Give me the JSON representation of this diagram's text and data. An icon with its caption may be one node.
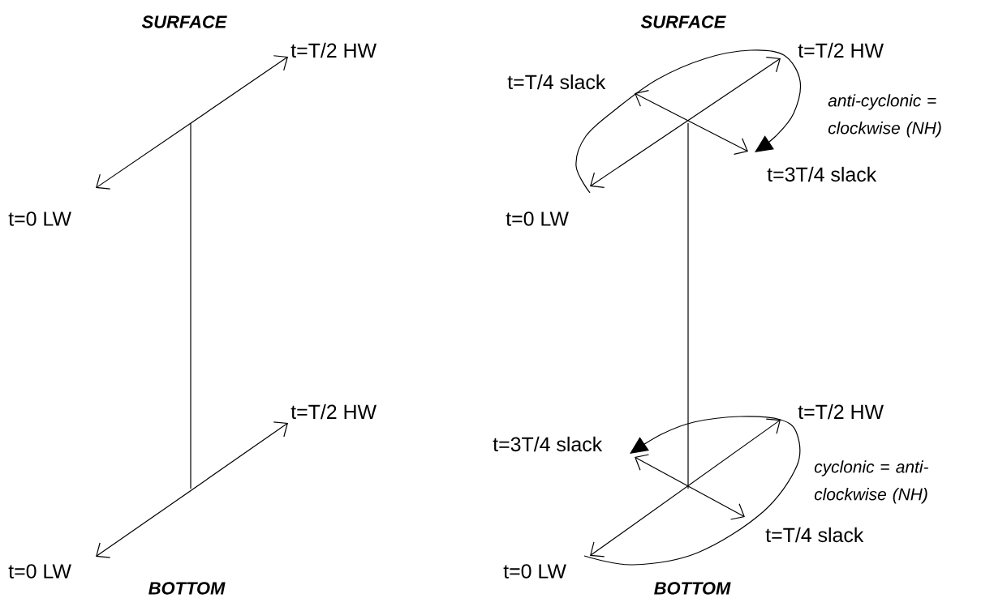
{
  "diagram": {
    "labels": [
      "SURFACE",
      "SURFACE",
      "t=T/2 HW",
      "t=T/2 HW",
      "t=T/4 slack",
      "*anti-cyclonic* = *clockwise (NH)*",
      "t=3T/4 slack",
      "t=0 LW",
      "t=0 LW",
      "t=T/2 HW",
      "t=T/2 HW",
      "t=3T/4 slack",
      "*cyclonic* = *anti-clockwise (NH)*",
      "t=T/4 slack",
      "t=0 LW",
      "t=0 LW",
      "BOTTOM",
      "BOTTOM"
    ]
  }
}
